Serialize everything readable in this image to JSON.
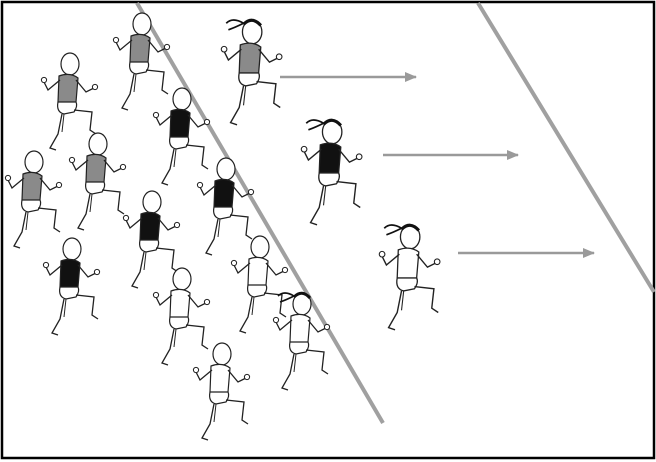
{
  "colors": {
    "frame": "#000000",
    "line": "#9a9a9a",
    "arrow": "#9a9a9a",
    "shirt_gray": "#8a8a8a",
    "shirt_black": "#111111",
    "shirt_white": "#ffffff",
    "skin": "#ffffff",
    "outline": "#222222"
  },
  "figures": {
    "group": [
      {
        "name": "runner-gray",
        "shirt": "gray"
      },
      {
        "name": "runner-gray",
        "shirt": "gray"
      },
      {
        "name": "runner-gray",
        "shirt": "gray"
      },
      {
        "name": "runner-gray",
        "shirt": "gray"
      },
      {
        "name": "runner-black",
        "shirt": "black"
      },
      {
        "name": "runner-black",
        "shirt": "black"
      },
      {
        "name": "runner-black",
        "shirt": "black"
      },
      {
        "name": "runner-black",
        "shirt": "black"
      },
      {
        "name": "runner-white",
        "shirt": "white"
      },
      {
        "name": "runner-white",
        "shirt": "white"
      },
      {
        "name": "runner-white",
        "shirt": "white"
      }
    ],
    "sprinters": [
      {
        "name": "sprinter-gray",
        "shirt": "gray"
      },
      {
        "name": "sprinter-black",
        "shirt": "black"
      },
      {
        "name": "sprinter-white",
        "shirt": "white"
      }
    ],
    "arrows": 3
  }
}
